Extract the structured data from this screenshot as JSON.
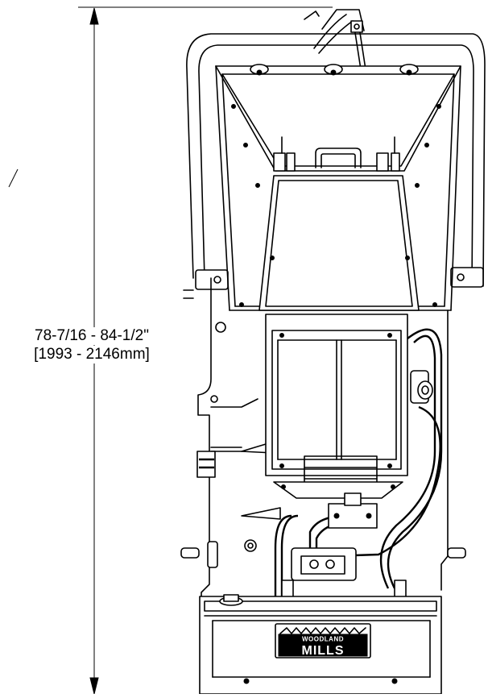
{
  "dimension": {
    "imperial": "78-7/16 - 84-1/2\"",
    "metric": "[1993 - 2146mm]"
  },
  "logo": {
    "line1": "WOODLAND",
    "line2": "MILLS"
  }
}
